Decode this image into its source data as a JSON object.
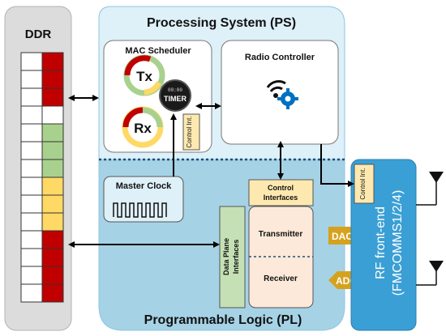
{
  "ddr": {
    "label": "DDR",
    "cells_left": [
      "#ffffff",
      "#ffffff",
      "#ffffff",
      "#ffffff",
      "#ffffff",
      "#ffffff",
      "#ffffff",
      "#ffffff",
      "#ffffff",
      "#ffffff",
      "#ffffff",
      "#ffffff",
      "#ffffff",
      "#ffffff"
    ],
    "cells_right": [
      "#c00000",
      "#c00000",
      "#c00000",
      "#ffffff",
      "#a9d18e",
      "#a9d18e",
      "#a9d18e",
      "#ffd966",
      "#ffd966",
      "#ffd966",
      "#c00000",
      "#c00000",
      "#c00000",
      "#c00000"
    ]
  },
  "ps": {
    "title": "Processing System (PS)"
  },
  "pl": {
    "title": "Programmable Logic (PL)"
  },
  "mac": {
    "title": "MAC Scheduler",
    "tx": "Tx",
    "rx": "Rx",
    "timer_top": "00:00",
    "timer": "TIMER"
  },
  "mac_control": "Control Int.",
  "radio_controller": "Radio Controller",
  "master_clock": "Master Clock",
  "control_interfaces": [
    "Control",
    "Interfaces"
  ],
  "data_plane": [
    "Data Plane",
    "Interfaces"
  ],
  "transmitter": "Transmitter",
  "receiver": "Receiver",
  "dac": "DAC",
  "adc": "ADC",
  "rf": {
    "line1": "RF front-end",
    "line2": "(FMCOMMS1/2/4)",
    "control": "Control Int."
  },
  "colors": {
    "ps_fill": "#def0f8",
    "pl_fill": "#a6d2e6",
    "rf_fill": "#3a9fd5",
    "red": "#c00000",
    "green": "#a9d18e",
    "yellow": "#ffd966",
    "orange": "#d6a21e",
    "control_fill": "#fde9b0",
    "data_plane_fill": "#c5e0b4"
  }
}
